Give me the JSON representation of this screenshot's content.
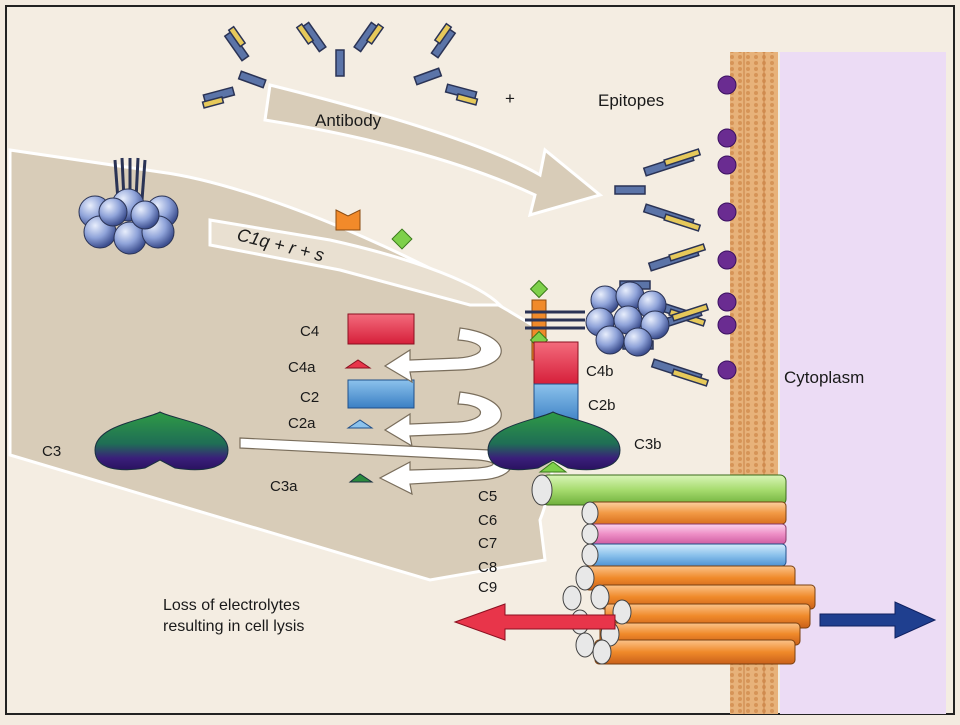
{
  "labels": {
    "antibody": "Antibody",
    "plus": "+",
    "epitopes": "Epitopes",
    "c1q": "C1q + r + s",
    "c4": "C4",
    "c4a": "C4a",
    "c2": "C2",
    "c2a": "C2a",
    "c3": "C3",
    "c3a": "C3a",
    "c4b": "C4b",
    "c2b": "C2b",
    "c3b": "C3b",
    "cytoplasm": "Cytoplasm",
    "c5": "C5",
    "c6": "C6",
    "c7": "C7",
    "c8": "C8",
    "c9": "C9",
    "lysis_line1": "Loss of electrolytes",
    "lysis_line2": "resulting in cell lysis"
  },
  "colors": {
    "background": "#f3ebe0",
    "flow": "#d5c8b3",
    "membrane": "#e2a86a",
    "cytoplasm": "#ecdcf5",
    "epitope": "#6a2c91",
    "antibody_heavy": "#5b74a8",
    "antibody_light": "#e6c95a",
    "c1_ball": "#8fa3d9",
    "c4": "#e8354a",
    "c2": "#4f93d4",
    "c3_top": "#2b8a3e",
    "c3_bottom": "#3a1f7a",
    "c5": "#a6db6e",
    "c6": "#f2a45a",
    "c7": "#ee8fc6",
    "c8": "#8cc2ec",
    "c9": "#f08a2a",
    "arrow_red": "#e8354a",
    "arrow_blue": "#1f3f8f"
  }
}
